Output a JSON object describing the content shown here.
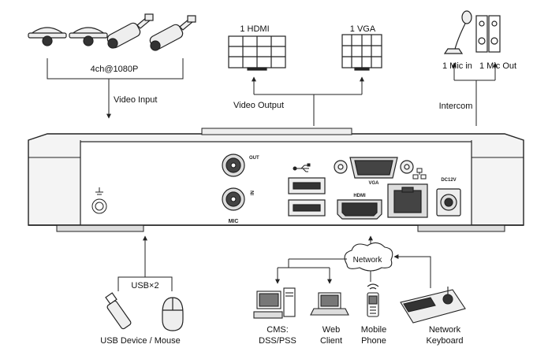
{
  "top": {
    "cameras_label": "4ch@1080P",
    "video_input_label": "Video Input",
    "hdmi_label": "1 HDMI",
    "vga_label": "1 VGA",
    "video_output_label": "Video Output",
    "mic_in_label": "1 Mic in",
    "mic_out_label": "1 Mic Out",
    "intercom_label": "Intercom"
  },
  "panel": {
    "audio_out": "OUT",
    "audio_in": "IN",
    "mic": "MIC",
    "vga": "VGA",
    "hdmi": "HDMI",
    "power": "DC12V"
  },
  "bottom": {
    "usb_count_label": "USB×2",
    "usb_device_label": "USB Device / Mouse",
    "network_label": "Network",
    "cms_label": [
      "CMS:",
      "DSS/PSS"
    ],
    "web_client_label": [
      "Web",
      "Client"
    ],
    "mobile_phone_label": [
      "Mobile",
      "Phone"
    ],
    "network_keyboard_label": [
      "Network",
      "Keyboard"
    ]
  },
  "icons": [
    "dome-camera-icon",
    "bullet-camera-icon",
    "monitor-icon",
    "microphone-icon",
    "speaker-icon",
    "usb-icon",
    "ethernet-icon",
    "ground-icon",
    "usb-drive-icon",
    "mouse-icon",
    "desktop-pc-icon",
    "laptop-icon",
    "mobile-phone-icon",
    "ptz-keyboard-icon",
    "cloud-icon"
  ],
  "colors": {
    "line": "#222222",
    "background": "#ffffff",
    "panel_fill": "#f4f4f4"
  }
}
